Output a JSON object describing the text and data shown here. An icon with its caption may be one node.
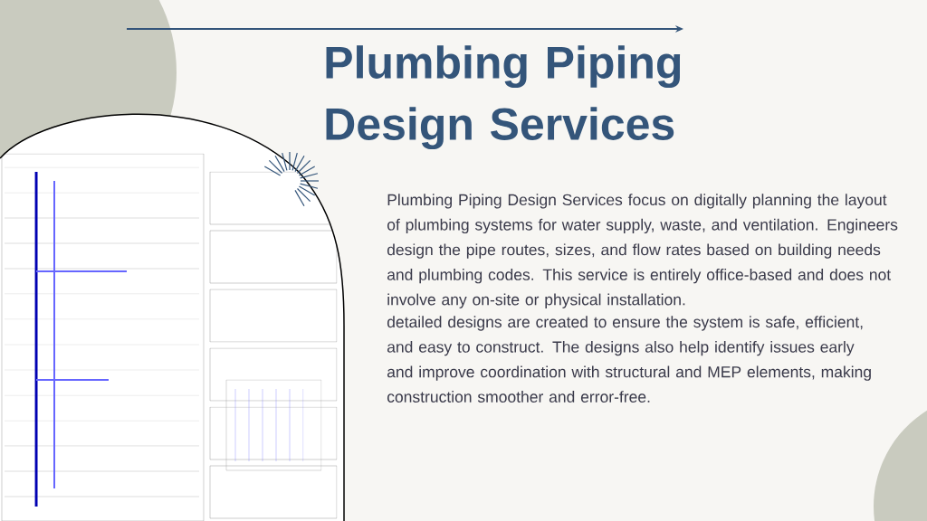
{
  "diagram": {
    "title": "Plumbing Piping Design Services",
    "labels": [
      "Plumbing Piping Design Services focus on digitally planning the layout of plumbing systems for water supply, waste, and ventilation. Engineers design the pipe routes, sizes, and flow rates based on building needs and plumbing codes. This service is entirely office-based and does not involve any on-site or physical installation.",
      "detailed designs are created to ensure the system is safe, efficient, and easy to construct. The designs also help identify issues early and improve coordination with structural and MEP elements, making construction smoother and error-free."
    ]
  }
}
